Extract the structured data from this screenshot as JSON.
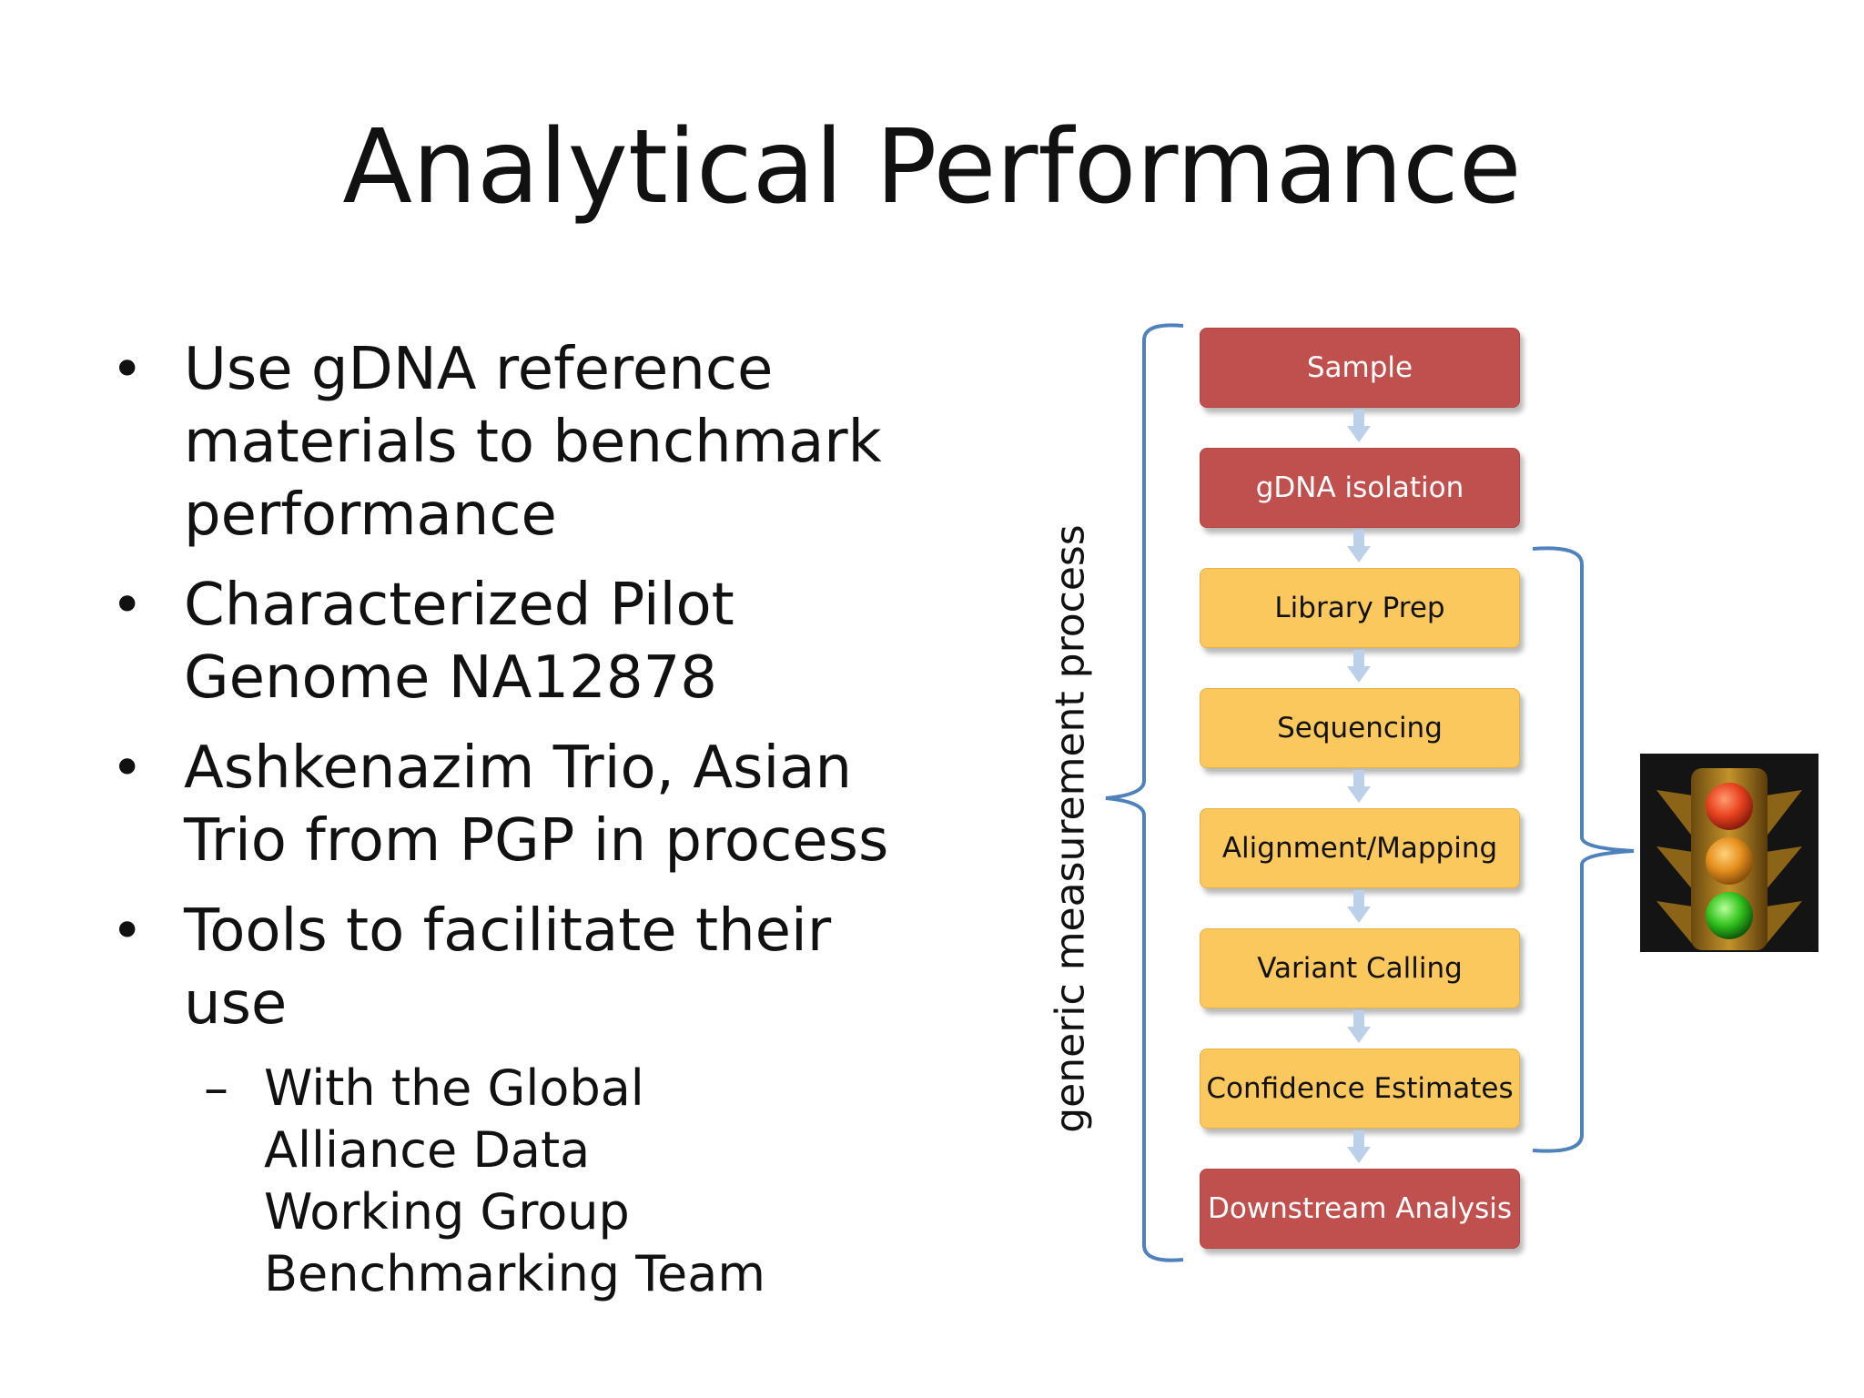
{
  "slide": {
    "title": "Analytical Performance",
    "bullets": [
      {
        "text": "Use gDNA reference materials to benchmark performance"
      },
      {
        "text": "Characterized Pilot Genome NA12878"
      },
      {
        "text": "Ashkenazim Trio, Asian Trio from PGP in process"
      },
      {
        "text": "Tools to facilitate their use",
        "sub": "With the Global Alliance Data Working Group Benchmarking Team"
      }
    ]
  },
  "diagram": {
    "bracket_label": "generic measurement process",
    "steps": [
      {
        "label": "Sample",
        "color": "#c0504d"
      },
      {
        "label": "gDNA isolation",
        "color": "#c0504d"
      },
      {
        "label": "Library Prep",
        "color": "#fac85d"
      },
      {
        "label": "Sequencing",
        "color": "#fac85d"
      },
      {
        "label": "Alignment/Mapping",
        "color": "#fac85d"
      },
      {
        "label": "Variant Calling",
        "color": "#fac85d"
      },
      {
        "label": "Confidence Estimates",
        "color": "#fac85d"
      },
      {
        "label": "Downstream Analysis",
        "color": "#c0504d"
      }
    ],
    "bracket_color": "#4f81bd",
    "arrow_color": "#bcd0ea",
    "traffic_light_icon": "traffic-light-icon"
  }
}
